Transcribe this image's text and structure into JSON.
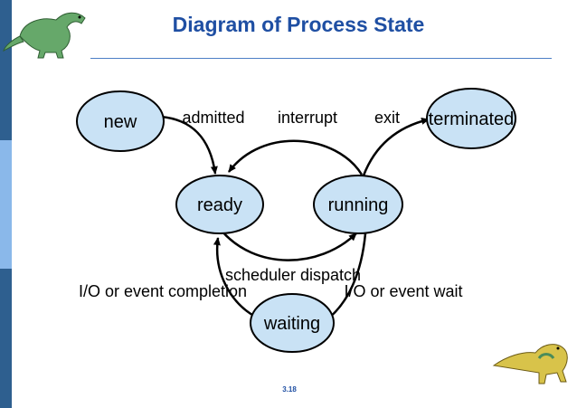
{
  "slide": {
    "title": "Diagram of Process State",
    "page_number": "3.18"
  },
  "diagram": {
    "nodes": {
      "new": "new",
      "ready": "ready",
      "running": "running",
      "terminated": "terminated",
      "waiting": "waiting"
    },
    "edges": {
      "admitted": "admitted",
      "interrupt": "interrupt",
      "exit": "exit",
      "scheduler_dispatch": "scheduler dispatch",
      "io_completion": "I/O or event completion",
      "io_wait": "I/O or event wait"
    }
  },
  "colors": {
    "node_fill": "#c9e2f5",
    "sidebar_dark": "#2e5f8f",
    "sidebar_light": "#8ab8ea",
    "title": "#1f4fa3"
  }
}
